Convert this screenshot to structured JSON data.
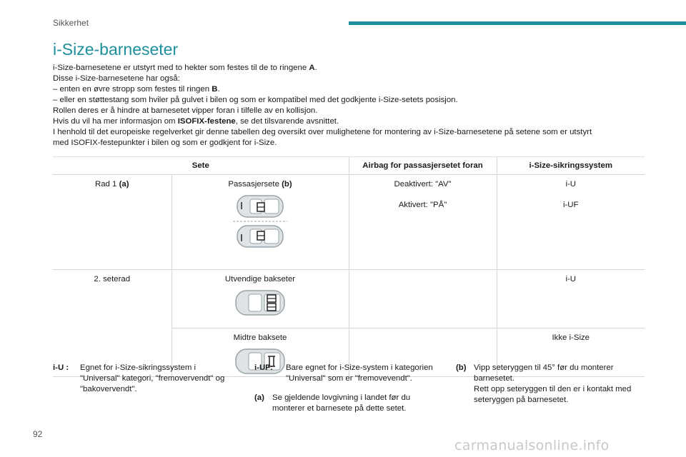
{
  "header": {
    "section": "Sikkerhet"
  },
  "title": "i-Size-barneseter",
  "intro": {
    "l1_pre": "i-Size-barnesetene er utstyrt med to hekter som festes til de to ringene ",
    "l1_bold": "A",
    "l1_post": ".",
    "l2": "Disse i-Size-barnesetene har også:",
    "l3_pre": "–  enten en øvre stropp som festes til ringen ",
    "l3_bold": "B",
    "l3_post": ".",
    "l4": "–  eller en støttestang som hviler på gulvet i bilen og som er kompatibel med det godkjente i-Size-setets posisjon.",
    "l5": "Rollen deres er å hindre at barnesetet vipper foran i tilfelle av en kollisjon.",
    "l6_pre": "Hvis du vil ha mer informasjon om ",
    "l6_bold": "ISOFIX-festene",
    "l6_post": ", se det tilsvarende avsnittet.",
    "l7": "I henhold til det europeiske regelverket gir denne tabellen deg oversikt over mulighetene for montering av i-Size-barnesetene på setene som er utstyrt",
    "l8": "med ISOFIX-festepunkter i bilen og som er godkjent for i-Size."
  },
  "table": {
    "headers": [
      "Sete",
      "Airbag for passasjersetet foran",
      "i-Size-sikringssystem"
    ],
    "row1": {
      "label": "Rad 1 ",
      "label_bold": "(a)",
      "seat": "Passasjersete ",
      "seat_bold": "(b)",
      "airbag_off": "Deaktivert: \"AV\"",
      "system_off": "i-U",
      "airbag_on": "Aktivert: \"PÅ\"",
      "system_on": "i-UF"
    },
    "row2": {
      "label": "2. seterad",
      "seat_outer": "Utvendige bakseter",
      "system_outer": "i-U",
      "seat_middle": "Midtre baksete",
      "system_middle": "Ikke i-Size"
    }
  },
  "legend": {
    "iu_key": "i-U :",
    "iu_text1": "Egnet for i-Size-sikringssystem i",
    "iu_text2": "\"Universal\" kategori, \"fremovervendt\" og",
    "iu_text3": "\"bakovervendt\".",
    "iuf_key": "i-UF:",
    "iuf_text1": "Bare egnet for i-Size-system i kategorien",
    "iuf_text2": "\"Universal\" som er \"fremovevendt\".",
    "a_key": "(a)",
    "a_text1": "Se gjeldende lovgivning i landet før du",
    "a_text2": "monterer et barnesete på dette setet.",
    "b_key": "(b)",
    "b_text1": "Vipp seteryggen til 45° før du monterer",
    "b_text2": "barnesetet.",
    "b_text3": "Rett opp seteryggen til den er i kontakt med",
    "b_text4": "seteryggen på barnesetet."
  },
  "page_number": "92",
  "watermark": "carmanualsonline.info",
  "colors": {
    "accent": "#1f8f9e",
    "car_fill": "#dfe3e6",
    "car_stroke": "#9aa3a8"
  }
}
